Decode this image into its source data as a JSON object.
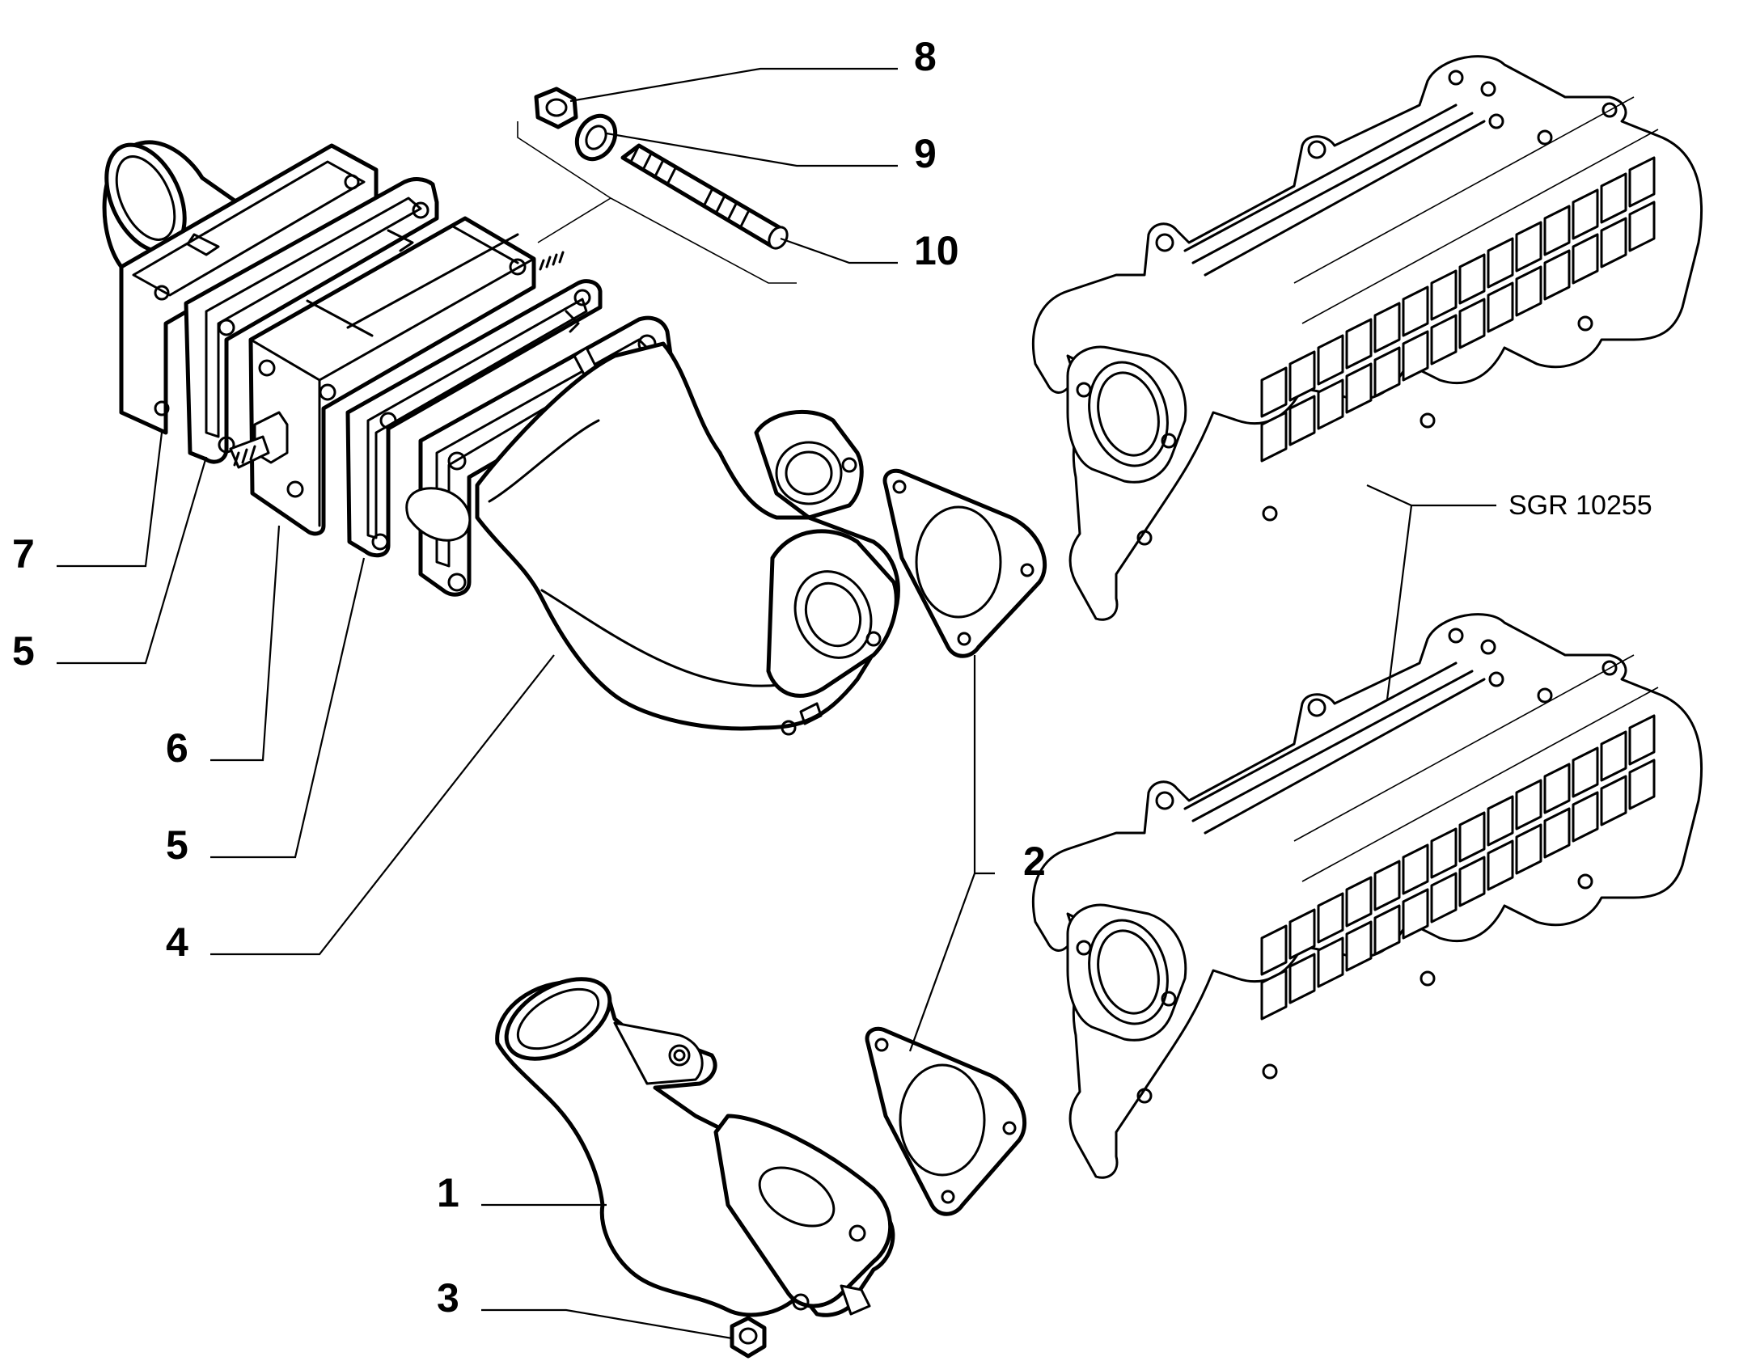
{
  "reference_code": "SGR 10255",
  "callouts": {
    "c1": "1",
    "c2": "2",
    "c3": "3",
    "c4": "4",
    "c5a": "5",
    "c5b": "5",
    "c6": "6",
    "c7": "7",
    "c8": "8",
    "c9": "9",
    "c10": "10"
  }
}
